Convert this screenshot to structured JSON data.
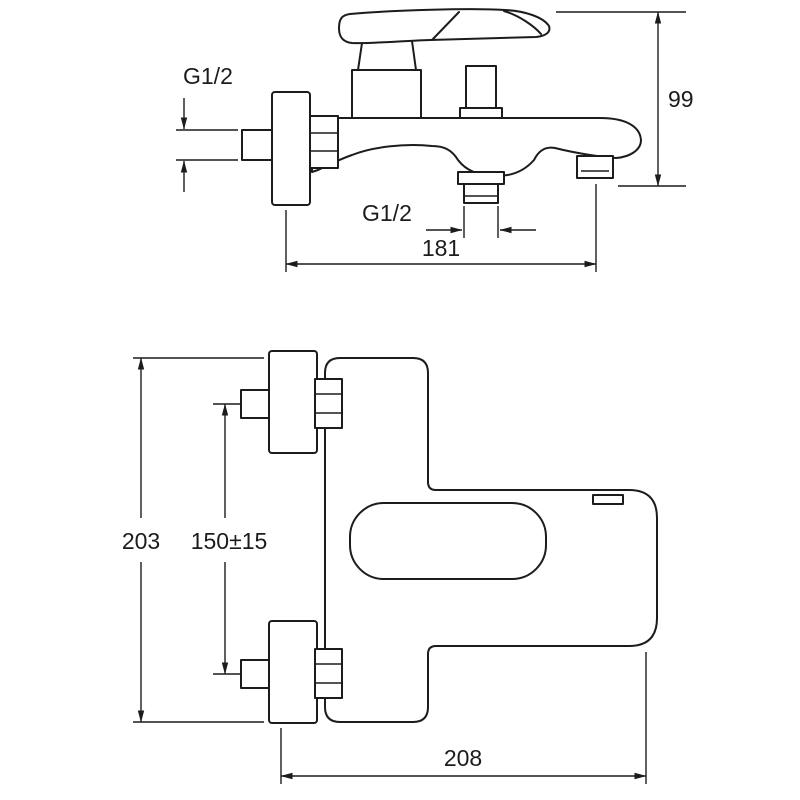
{
  "colors": {
    "background": "#ffffff",
    "line": "#1c1c1c"
  },
  "side_view": {
    "inlet_thread_label": "G1/2",
    "outlet_thread_label": "G1/2",
    "overall_height_label": "99",
    "overall_length_label": "181"
  },
  "front_view": {
    "body_height_label": "203",
    "inlet_spacing_label": "150±15",
    "overall_width_label": "208"
  }
}
